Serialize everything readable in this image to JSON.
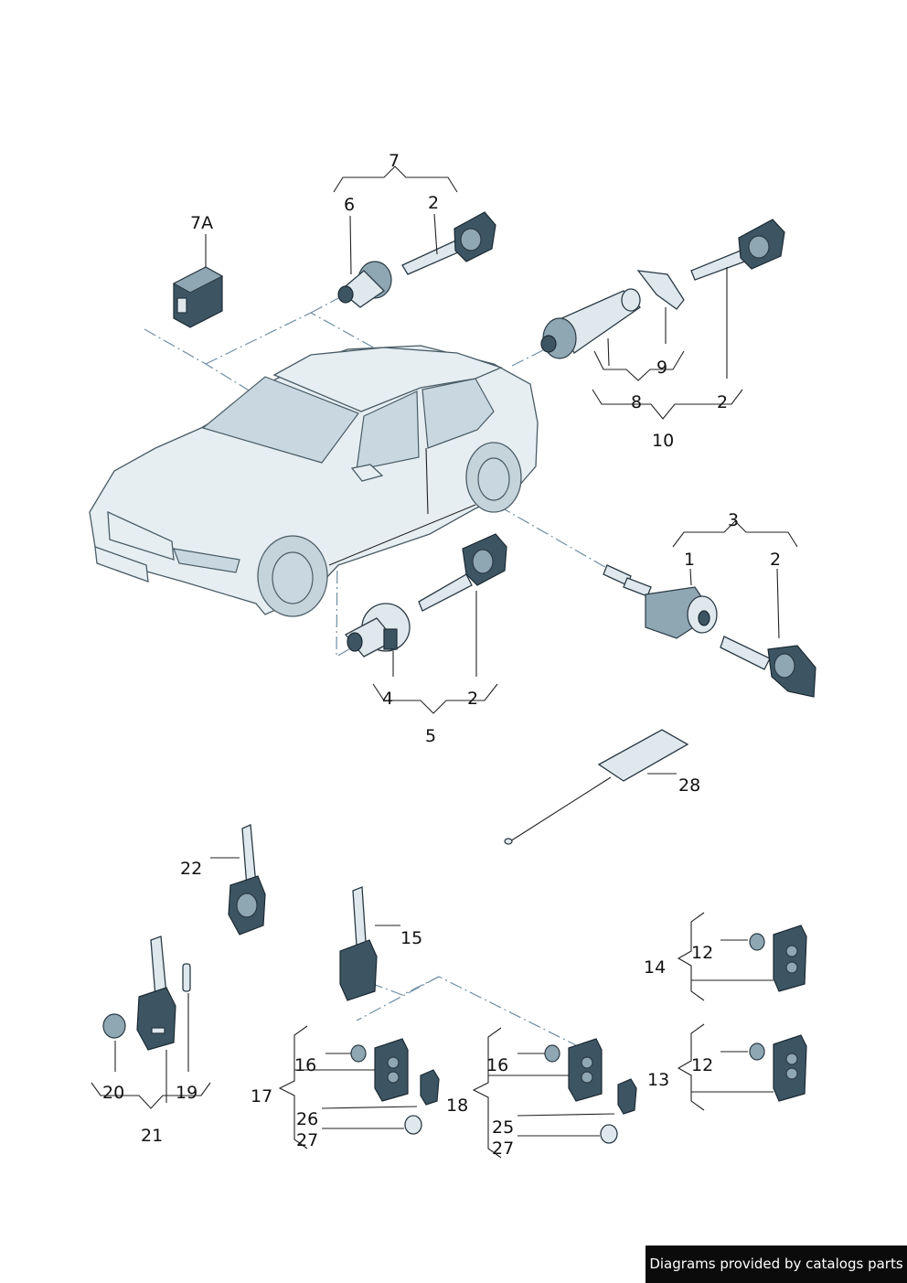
{
  "labels": {
    "l7": "7",
    "l6": "6",
    "l2a": "2",
    "l7a": "7A",
    "l9": "9",
    "l8": "8",
    "l2b": "2",
    "l10": "10",
    "l3": "3",
    "l1": "1",
    "l2c": "2",
    "l4": "4",
    "l2d": "2",
    "l5": "5",
    "l28": "28",
    "l22": "22",
    "l15": "15",
    "l12a": "12",
    "l14": "14",
    "l12b": "12",
    "l13": "13",
    "l20": "20",
    "l19": "19",
    "l21": "21",
    "l16a": "16",
    "l17": "17",
    "l26": "26",
    "l27a": "27",
    "l16b": "16",
    "l18": "18",
    "l25": "25",
    "l27b": "27"
  },
  "credit": "Diagrams provided by catalogs parts"
}
